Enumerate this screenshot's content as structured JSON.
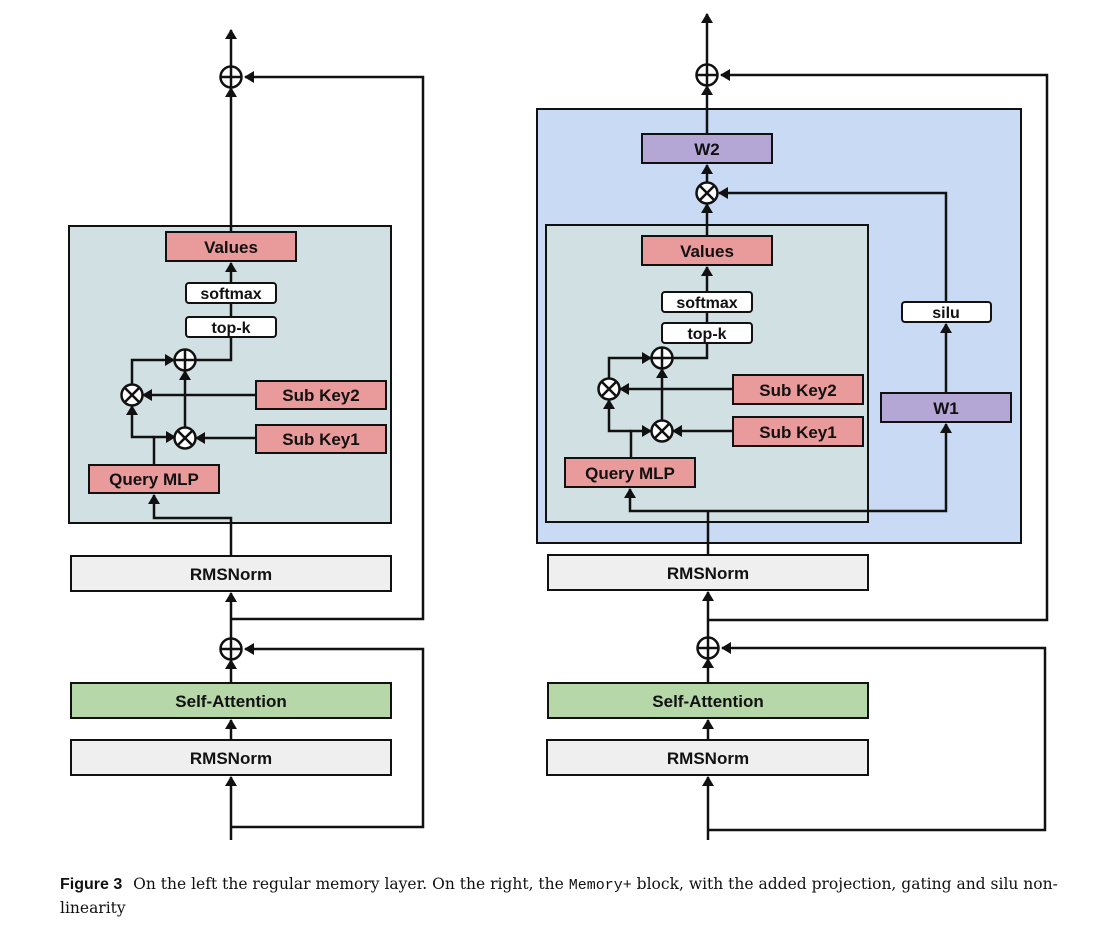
{
  "diagram": {
    "left": {
      "title": "regular memory layer",
      "values": "Values",
      "softmax": "softmax",
      "topk": "top-k",
      "subkey2": "Sub Key2",
      "subkey1": "Sub Key1",
      "query_mlp": "Query MLP",
      "rmsnorm_upper": "RMSNorm",
      "self_attention": "Self-Attention",
      "rmsnorm_lower": "RMSNorm"
    },
    "right": {
      "title": "Memory+ block",
      "w2": "W2",
      "values": "Values",
      "softmax": "softmax",
      "topk": "top-k",
      "subkey2": "Sub Key2",
      "subkey1": "Sub Key1",
      "query_mlp": "Query MLP",
      "silu": "silu",
      "w1": "W1",
      "rmsnorm_upper": "RMSNorm",
      "self_attention": "Self-Attention",
      "rmsnorm_lower": "RMSNorm"
    },
    "colors": {
      "memory_block_bg": "#d1e0e2",
      "memory_plus_bg": "#c9daf5",
      "key_value_box": "#e99a9a",
      "projection_box": "#b4a7d6",
      "norm_box": "#efefef",
      "attention_box": "#b6d7a8",
      "op_box": "#ffffff",
      "stroke": "#111111"
    }
  },
  "caption": {
    "figure_label": "Figure 3",
    "text_before": "On the left the regular memory layer. On the right, the ",
    "code_term": "Memory+",
    "text_after": " block, with the added projection, gating and silu non-linearity"
  }
}
